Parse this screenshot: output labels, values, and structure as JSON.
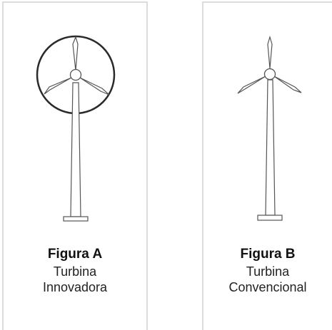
{
  "figures": [
    {
      "title": "Figura A",
      "subtitle_line1": "Turbina",
      "subtitle_line2": "Innovadora"
    },
    {
      "title": "Figura B",
      "subtitle_line1": "Turbina",
      "subtitle_line2": "Convencional"
    }
  ],
  "colors": {
    "panel_border": "#dcdcdc",
    "ring_stroke": "#2a2a2a",
    "turbine_stroke": "#555555"
  }
}
